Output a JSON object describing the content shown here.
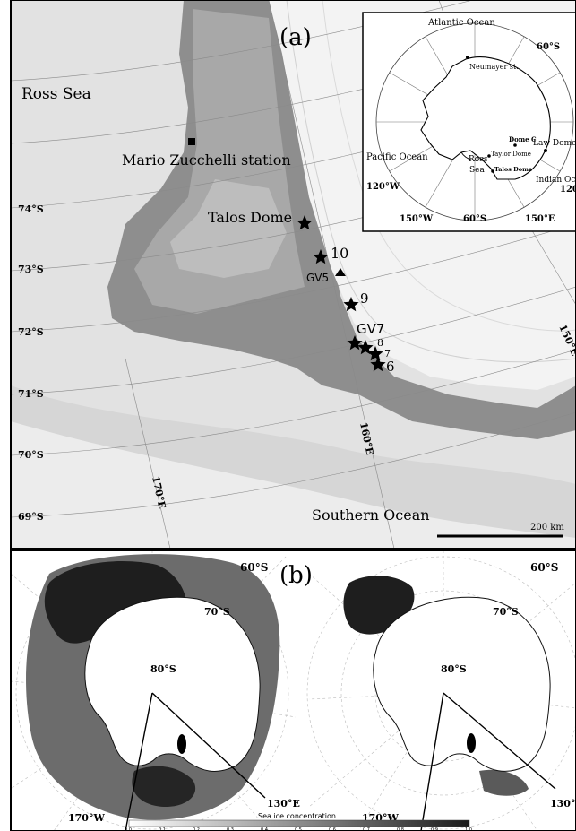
{
  "panel_a": {
    "label": "(a)",
    "places": {
      "ross_sea": "Ross Sea",
      "station": "Mario Zucchelli station",
      "talos_dome": "Talos Dome",
      "southern_ocean": "Southern Ocean"
    },
    "sites": {
      "s10": "10",
      "gv5": "GV5",
      "s9": "9",
      "gv7": "GV7",
      "s8": "8",
      "s7": "7",
      "s6": "6"
    },
    "lat_labels": [
      "74°S",
      "73°S",
      "72°S",
      "71°S",
      "70°S",
      "69°S"
    ],
    "lon_labels": {
      "e160": "160°E",
      "e170": "170°E",
      "e150": "150°E"
    },
    "scale_bar": "200 km",
    "inset": {
      "atlantic": "Atlantic Ocean",
      "s60": "60°S",
      "neumayer": "Neumayer st.",
      "pacific": "Pacific Ocean",
      "dome_c": "Dome C",
      "law_dome": "Law Dome",
      "taylor_dome": "Taylor Dome",
      "talos_dome": "Talos Dome",
      "ross": "Ross",
      "sea": "Sea",
      "indian": "Indian Ocean",
      "w120": "120°W",
      "e120": "120",
      "w150": "150°W",
      "s60b": "60°S",
      "e150": "150°E"
    }
  },
  "panel_b": {
    "label": "(b)",
    "left_map": {
      "s60": "60°S",
      "s70": "70°S",
      "s80": "80°S",
      "w170": "170°W",
      "e130": "130°E"
    },
    "right_map": {
      "s60": "60°S",
      "s70": "70°S",
      "s80": "80°S",
      "w170": "170°W",
      "e130": "130°"
    },
    "colorbar": {
      "title": "Sea ice concentration",
      "ticks": [
        "0.0",
        "0.1",
        "0.2",
        "0.3",
        "0.4",
        "0.5",
        "0.6",
        "0.7",
        "0.8",
        "0.9",
        "1.0"
      ]
    }
  },
  "colors": {
    "ice_dark": "#1e1e1e",
    "ice_mid": "#6a6a6a",
    "ice_light": "#b4b4b4",
    "ocean": "#e6e6e6",
    "plateau": "#f4f4f4"
  }
}
